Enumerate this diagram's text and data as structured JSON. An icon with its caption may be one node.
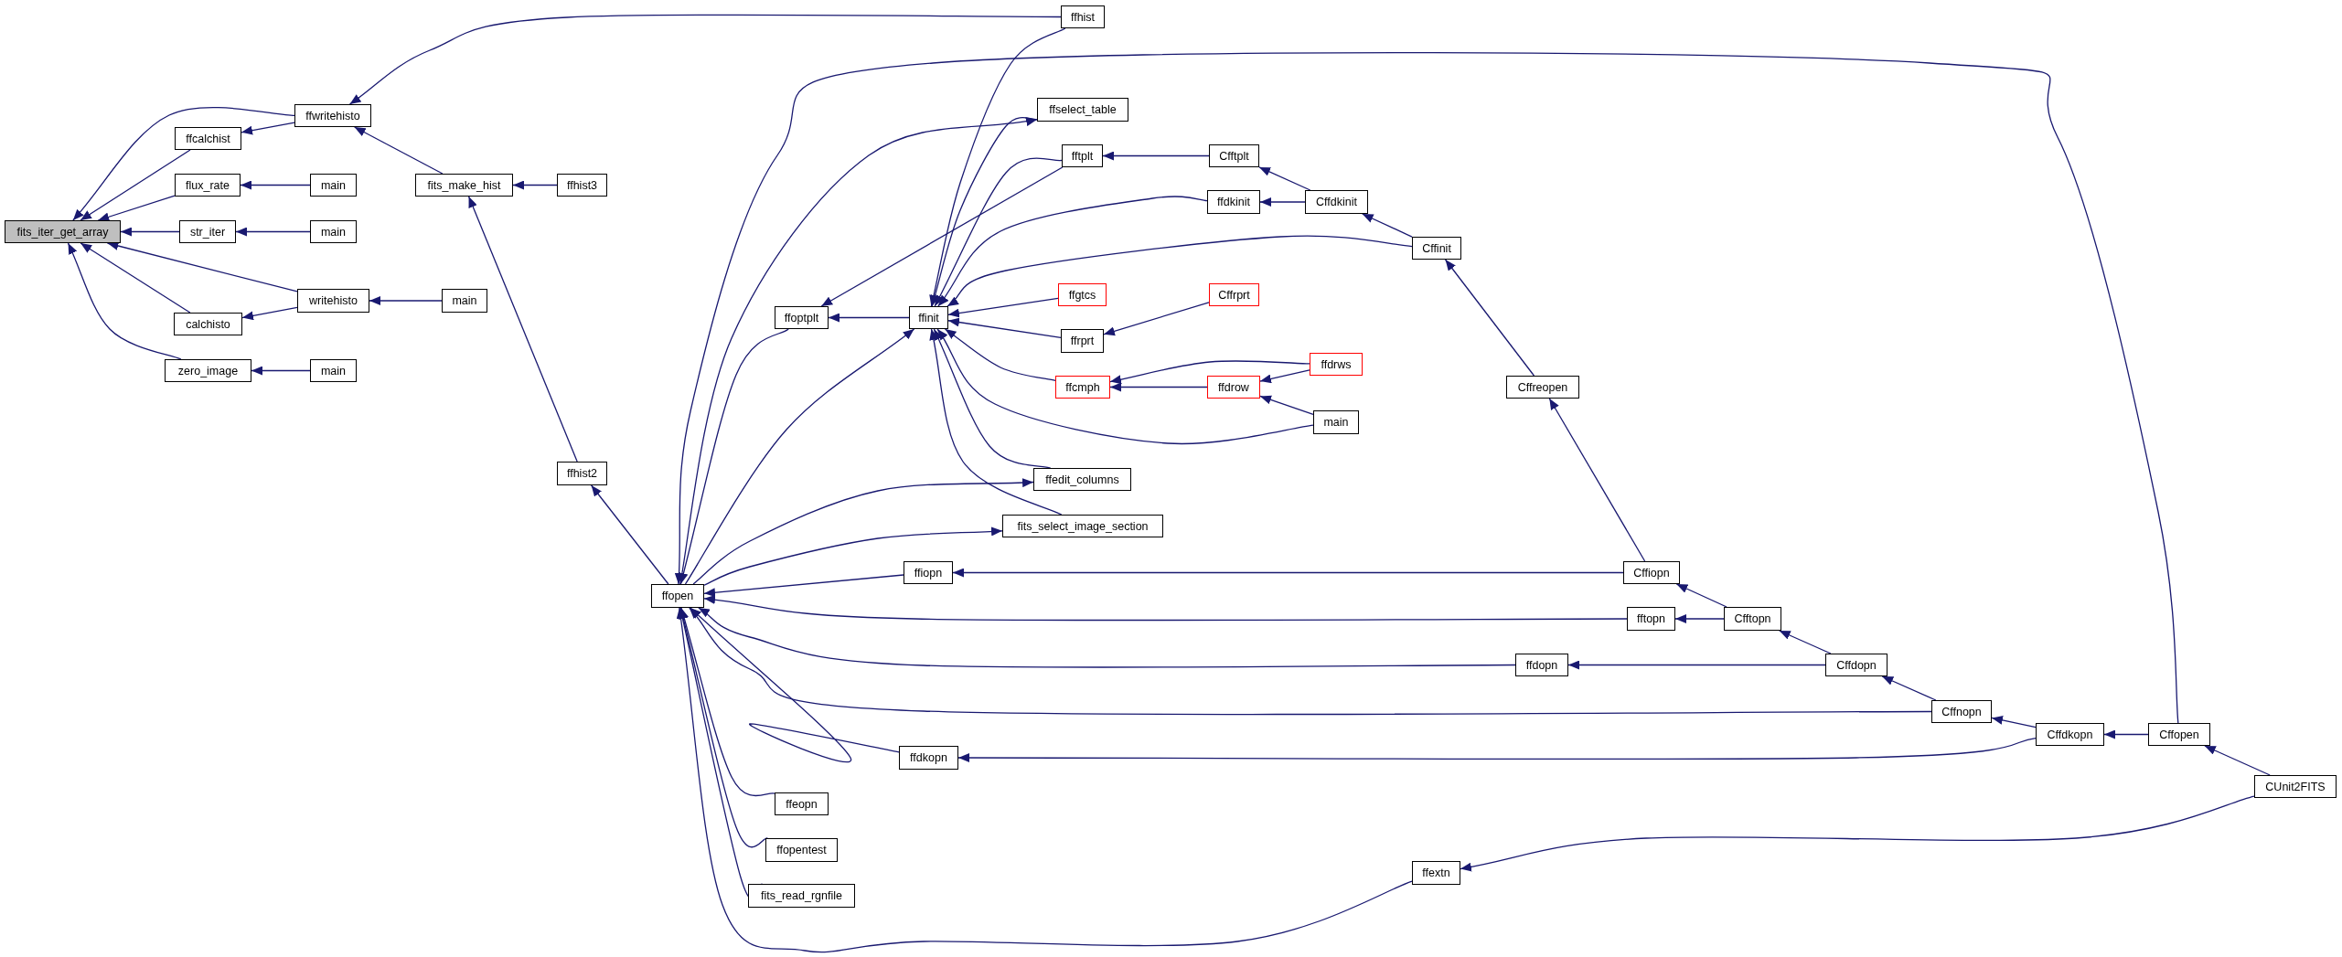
{
  "diagram": {
    "nodes": [
      {
        "text": [
          "fits_iter_get_array"
        ]
      },
      {
        "text": [
          "ffcalchist"
        ]
      },
      {
        "text": [
          "flux_rate"
        ]
      },
      {
        "text": [
          "str_iter"
        ]
      },
      {
        "text": [
          "calchisto"
        ]
      },
      {
        "text": [
          "zero_image"
        ]
      },
      {
        "text": [
          "ffwritehisto"
        ]
      },
      {
        "text": [
          "main"
        ]
      },
      {
        "text": [
          "main"
        ]
      },
      {
        "text": [
          "writehisto"
        ]
      },
      {
        "text": [
          "main"
        ]
      },
      {
        "text": [
          "main"
        ]
      },
      {
        "text": [
          "fits_make_hist"
        ]
      },
      {
        "text": [
          "ffhist3"
        ]
      },
      {
        "text": [
          "ffhist2"
        ]
      },
      {
        "text": [
          "ffopen"
        ]
      },
      {
        "text": [
          "ffoptplt"
        ]
      },
      {
        "text": [
          "ffeopn"
        ]
      },
      {
        "text": [
          "ffopentest"
        ]
      },
      {
        "text": [
          "fits_read_rgnfile"
        ]
      },
      {
        "text": [
          "ffinit"
        ]
      },
      {
        "text": [
          "ffiopn"
        ]
      },
      {
        "text": [
          "ffdkopn"
        ]
      },
      {
        "text": [
          "ffhist"
        ]
      },
      {
        "text": [
          "ffselect_table"
        ]
      },
      {
        "text": [
          "fftplt"
        ]
      },
      {
        "text": [
          "ffgtcs"
        ]
      },
      {
        "text": [
          "ffrprt"
        ]
      },
      {
        "text": [
          "ffcmph"
        ]
      },
      {
        "text": [
          "ffedit_columns"
        ]
      },
      {
        "text": [
          "fits_select_image_section"
        ]
      },
      {
        "text": [
          "fftopn"
        ]
      },
      {
        "text": [
          "ffdopn"
        ]
      },
      {
        "text": [
          "ffextn"
        ]
      },
      {
        "text": [
          "Cfftplt"
        ]
      },
      {
        "text": [
          "ffdkinit"
        ]
      },
      {
        "text": [
          "Cffrprt"
        ]
      },
      {
        "text": [
          "ffdrow"
        ]
      },
      {
        "text": [
          "Cffdkinit"
        ]
      },
      {
        "text": [
          "ffdrws"
        ]
      },
      {
        "text": [
          "main"
        ]
      },
      {
        "text": [
          "Cffinit"
        ]
      },
      {
        "text": [
          "Cffreopen"
        ]
      },
      {
        "text": [
          "Cffiopn"
        ]
      },
      {
        "text": [
          "Cfftopn"
        ]
      },
      {
        "text": [
          "Cffdopn"
        ]
      },
      {
        "text": [
          "Cffnopn"
        ]
      },
      {
        "text": [
          "Cffdkopn"
        ]
      },
      {
        "text": [
          "Cffopen"
        ]
      },
      {
        "text": [
          "CUnit2FITS"
        ]
      }
    ],
    "edges": [
      {
        "from": 6,
        "to": 0,
        "arrow": "to"
      },
      {
        "from": 1,
        "to": 0,
        "arrow": "to"
      },
      {
        "from": 2,
        "to": 0,
        "arrow": "to"
      },
      {
        "from": 3,
        "to": 0,
        "arrow": "to"
      },
      {
        "from": 9,
        "to": 0,
        "arrow": "to"
      },
      {
        "from": 4,
        "to": 0,
        "arrow": "to"
      },
      {
        "from": 5,
        "to": 0,
        "arrow": "to"
      },
      {
        "from": 6,
        "to": 1,
        "arrow": "to"
      },
      {
        "from": 7,
        "to": 2,
        "arrow": "to"
      },
      {
        "from": 8,
        "to": 3,
        "arrow": "to"
      },
      {
        "from": 9,
        "to": 4,
        "arrow": "to"
      },
      {
        "from": 11,
        "to": 9,
        "arrow": "to"
      },
      {
        "from": 10,
        "to": 5,
        "arrow": "to"
      },
      {
        "from": 23,
        "to": 6,
        "arrow": "to"
      },
      {
        "from": 12,
        "to": 6,
        "arrow": "to"
      },
      {
        "from": 13,
        "to": 12,
        "arrow": "to"
      },
      {
        "from": 14,
        "to": 12,
        "arrow": "to"
      },
      {
        "from": 15,
        "to": 14,
        "arrow": "to"
      },
      {
        "from": 48,
        "to": 15,
        "arrow": "to"
      },
      {
        "from": 16,
        "to": 15,
        "arrow": "to"
      },
      {
        "from": 15,
        "to": 20,
        "arrow": "to"
      },
      {
        "from": 15,
        "to": 24,
        "arrow": "to"
      },
      {
        "from": 15,
        "to": 29,
        "arrow": "to"
      },
      {
        "from": 15,
        "to": 30,
        "arrow": "to"
      },
      {
        "from": 21,
        "to": 15,
        "arrow": "to"
      },
      {
        "from": 43,
        "to": 21,
        "arrow": "to"
      },
      {
        "from": 31,
        "to": 15,
        "arrow": "to"
      },
      {
        "from": 32,
        "to": 15,
        "arrow": "to"
      },
      {
        "from": 46,
        "to": 15,
        "arrow": "to"
      },
      {
        "from": 22,
        "to": 15,
        "arrow": "to"
      },
      {
        "from": 47,
        "to": 22,
        "arrow": "to"
      },
      {
        "from": 17,
        "to": 15,
        "arrow": "to"
      },
      {
        "from": 18,
        "to": 15,
        "arrow": "to"
      },
      {
        "from": 19,
        "to": 15,
        "arrow": "to"
      },
      {
        "from": 33,
        "to": 15,
        "arrow": "to"
      },
      {
        "from": 49,
        "to": 33,
        "arrow": "to"
      },
      {
        "from": 23,
        "to": 20,
        "arrow": "to"
      },
      {
        "from": 24,
        "to": 20,
        "arrow": "to"
      },
      {
        "from": 25,
        "to": 20,
        "arrow": "to"
      },
      {
        "from": 25,
        "to": 16,
        "arrow": "to"
      },
      {
        "from": 35,
        "to": 20,
        "arrow": "to"
      },
      {
        "from": 41,
        "to": 20,
        "arrow": "to"
      },
      {
        "from": 26,
        "to": 20,
        "arrow": "to"
      },
      {
        "from": 27,
        "to": 20,
        "arrow": "to"
      },
      {
        "from": 28,
        "to": 20,
        "arrow": "to"
      },
      {
        "from": 40,
        "to": 20,
        "arrow": "to"
      },
      {
        "from": 29,
        "to": 20,
        "arrow": "to"
      },
      {
        "from": 30,
        "to": 20,
        "arrow": "to"
      },
      {
        "from": 20,
        "to": 16,
        "arrow": "to"
      },
      {
        "from": 34,
        "to": 25,
        "arrow": "to"
      },
      {
        "from": 38,
        "to": 35,
        "arrow": "to"
      },
      {
        "from": 38,
        "to": 34,
        "arrow": "to"
      },
      {
        "from": 41,
        "to": 38,
        "arrow": "to"
      },
      {
        "from": 42,
        "to": 41,
        "arrow": "to"
      },
      {
        "from": 43,
        "to": 42,
        "arrow": "to"
      },
      {
        "from": 36,
        "to": 27,
        "arrow": "to"
      },
      {
        "from": 37,
        "to": 28,
        "arrow": "to"
      },
      {
        "from": 39,
        "to": 28,
        "arrow": "to"
      },
      {
        "from": 39,
        "to": 37,
        "arrow": "to"
      },
      {
        "from": 40,
        "to": 37,
        "arrow": "to"
      },
      {
        "from": 44,
        "to": 31,
        "arrow": "to"
      },
      {
        "from": 44,
        "to": 43,
        "arrow": "to"
      },
      {
        "from": 45,
        "to": 32,
        "arrow": "to"
      },
      {
        "from": 45,
        "to": 44,
        "arrow": "to"
      },
      {
        "from": 46,
        "to": 45,
        "arrow": "to"
      },
      {
        "from": 47,
        "to": 46,
        "arrow": "to"
      },
      {
        "from": 48,
        "to": 47,
        "arrow": "to"
      },
      {
        "from": 49,
        "to": 48,
        "arrow": "to"
      }
    ]
  }
}
